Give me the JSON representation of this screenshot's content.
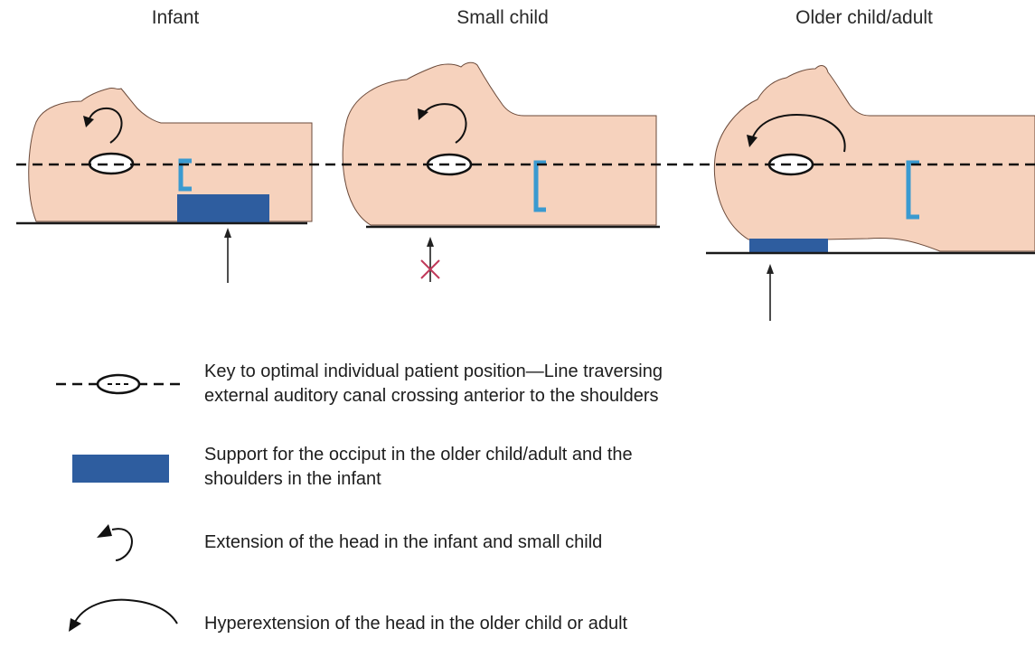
{
  "panels": [
    {
      "title": "Infant"
    },
    {
      "title": "Small child"
    },
    {
      "title": "Older child/adult"
    }
  ],
  "legend": [
    {
      "line1": "Key to optimal individual patient position—Line traversing",
      "line2": "external auditory canal crossing anterior to the shoulders"
    },
    {
      "line1": "Support for the occiput in the older child/adult and the",
      "line2": "shoulders in the infant"
    },
    {
      "line1": "Extension of the head in the infant and small child"
    },
    {
      "line1": "Hyperextension of the head in the older child or adult"
    }
  ],
  "colors": {
    "skin": "#f6d2bd",
    "outline": "#6b4a3a",
    "support": "#2e5d9f",
    "shoulder_bracket": "#3a9ad0",
    "not_needed_mark": "#c0395a"
  }
}
